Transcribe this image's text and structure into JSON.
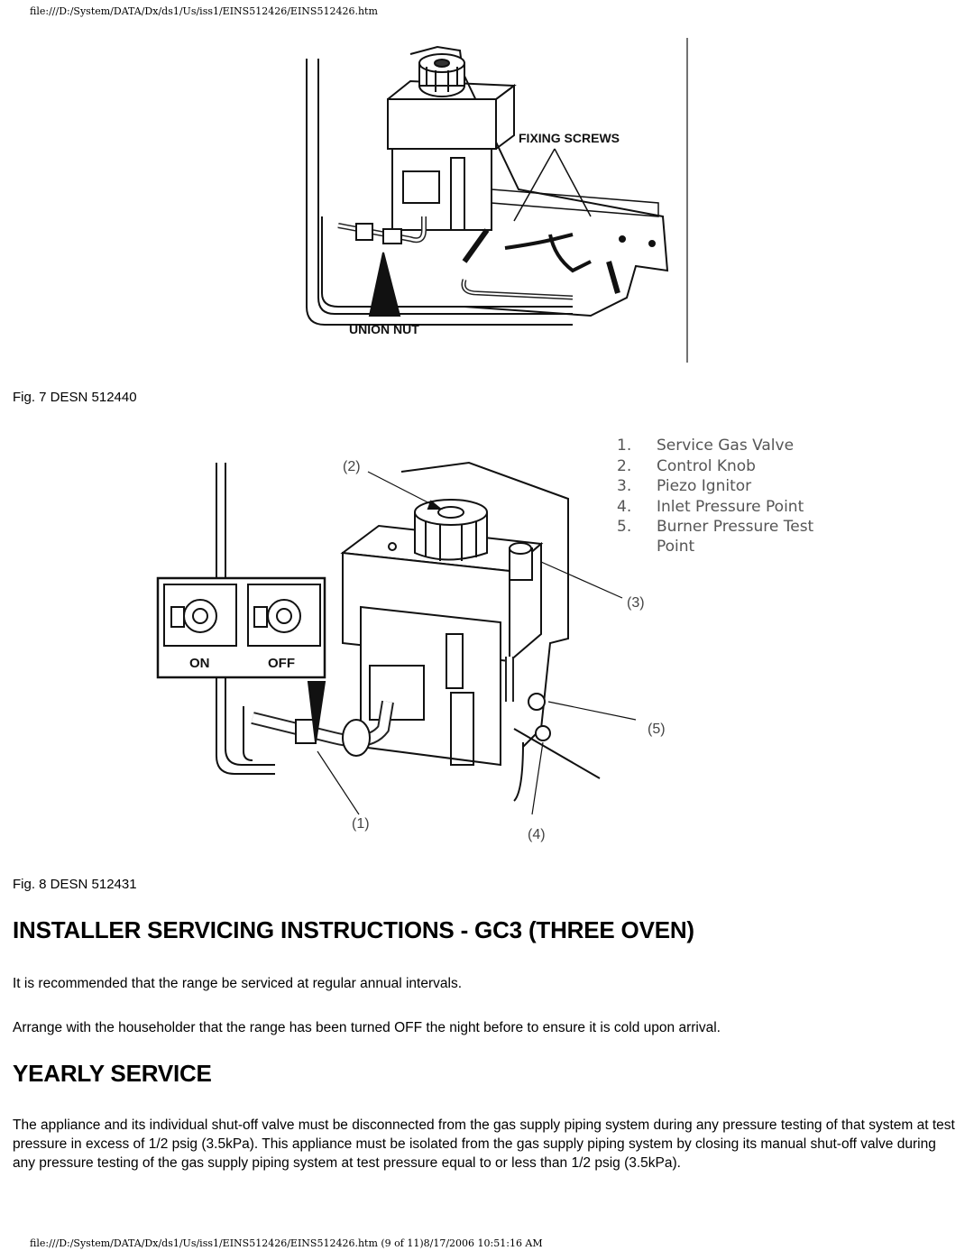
{
  "header": {
    "path": "file:///D:/System/DATA/Dx/ds1/Us/iss1/EINS512426/EINS512426.htm"
  },
  "figure7": {
    "label_fixing_screws": "FIXING SCREWS",
    "label_union_nut": "UNION NUT",
    "caption": "Fig. 7 DESN 512440"
  },
  "figure8": {
    "legend": [
      {
        "num": "1.",
        "text": "Service Gas Valve"
      },
      {
        "num": "2.",
        "text": "Control Knob"
      },
      {
        "num": "3.",
        "text": "Piezo Ignitor"
      },
      {
        "num": "4.",
        "text": "Inlet Pressure Point"
      },
      {
        "num": "5.",
        "text": "Burner Pressure Test"
      },
      {
        "num": "",
        "text": "Point"
      }
    ],
    "callouts": [
      "(1)",
      "(2)",
      "(3)",
      "(4)",
      "(5)"
    ],
    "inset_on": "ON",
    "inset_off": "OFF",
    "caption": "Fig. 8 DESN 512431"
  },
  "section1": {
    "heading": "INSTALLER SERVICING INSTRUCTIONS - GC3 (THREE OVEN)",
    "para1": "It is recommended that the range be serviced at regular annual intervals.",
    "para2": "Arrange with the householder that the range has been turned OFF the night before to ensure it is cold upon arrival."
  },
  "section2": {
    "heading": "YEARLY SERVICE",
    "para1": "The appliance and its individual shut-off valve must be disconnected from the gas supply piping system during any pressure testing of that system at test pressure in excess of 1/2 psig (3.5kPa). This appliance must be isolated from the gas supply piping system by closing its manual shut-off valve during any pressure testing of the gas supply piping system at test pressure equal to or less than 1/2 psig (3.5kPa)."
  },
  "footer": {
    "path": "file:///D:/System/DATA/Dx/ds1/Us/iss1/EINS512426/EINS512426.htm (9 of 11)8/17/2006 10:51:16 AM"
  }
}
